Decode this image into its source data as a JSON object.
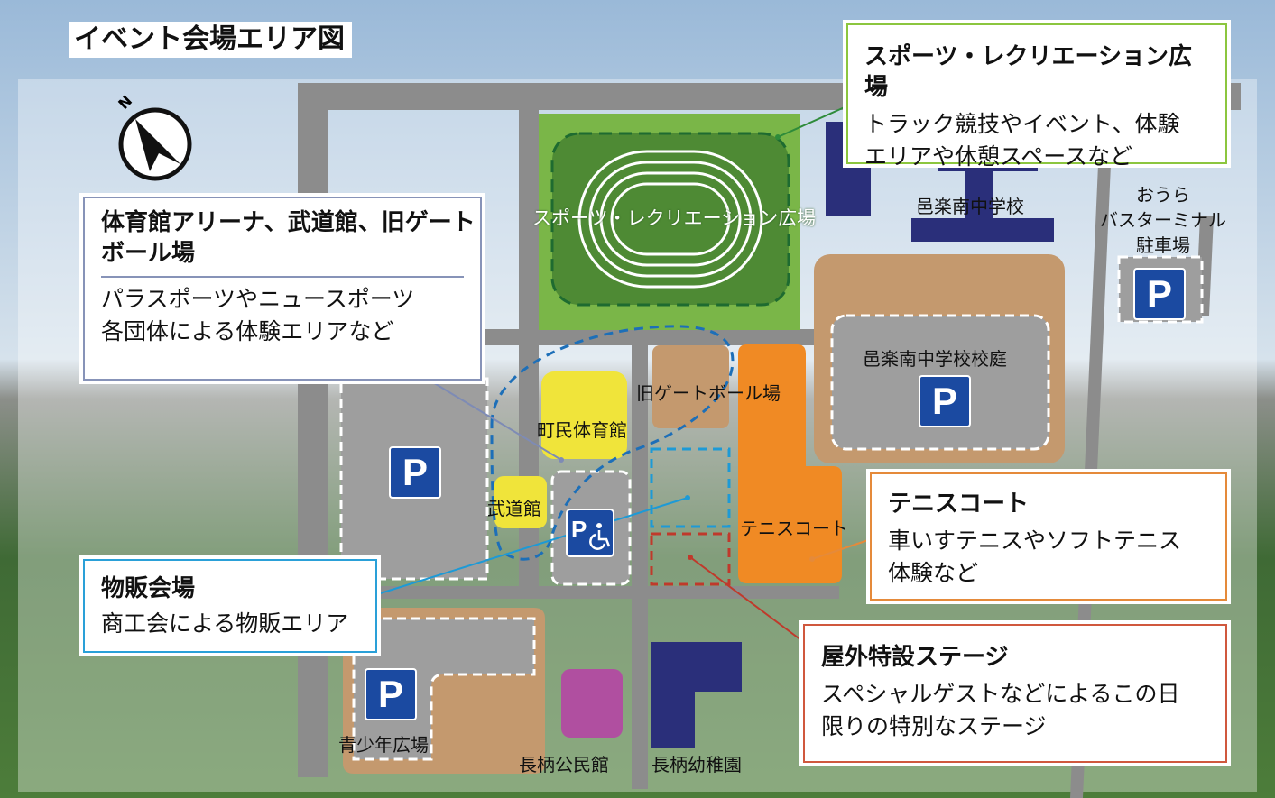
{
  "title": "イベント会場エリア図",
  "colors": {
    "sky": "#a9c4dc",
    "grass": "#4f7a3a",
    "road": "#8c8c8c",
    "lot": "#9e9e9e",
    "sports_field": "#7ab648",
    "track": "#4e8a34",
    "tan": "#c4996e",
    "yellow": "#f0e43a",
    "orange": "#f08a24",
    "navy": "#2a2f7a",
    "purple": "#b04fa0",
    "parking_blue": "#1b4aa1"
  },
  "icons": {
    "compass": "north-arrow-icon",
    "parking": "parking-icon",
    "accessible_parking": "wheelchair-parking-icon"
  },
  "compass": {
    "label": "N"
  },
  "map_labels": {
    "sports_field": "スポーツ・レクリエーション広場",
    "school": "邑楽南中学校",
    "bus_terminal": "おうら\nバスターミナル\n駐車場",
    "school_yard": "邑楽南中学校校庭",
    "old_gateball": "旧ゲートボール場",
    "gym": "町民体育館",
    "budokan": "武道館",
    "tennis": "テニスコート",
    "youth_plaza": "青少年広場",
    "community_hall": "長柄公民館",
    "kindergarten": "長柄幼稚園"
  },
  "parking_label": "P",
  "callouts": {
    "sports": {
      "title": "スポーツ・レクリエーション広場",
      "body": "トラック競技やイベント、体験\nエリアや休憩スペースなど",
      "color": "#8cc63f"
    },
    "gym": {
      "title": "体育館アリーナ、武道館、旧ゲート\nボール場",
      "body": "パラスポーツやニュースポーツ\n各団体による体験エリアなど",
      "color": "#8793b8"
    },
    "market": {
      "title": "物販会場",
      "body": "商工会による物販エリア",
      "color": "#2aa0d8"
    },
    "tennis": {
      "title": "テニスコート",
      "body": "車いすテニスやソフトテニス\n体験など",
      "color": "#e58a3a"
    },
    "stage": {
      "title": "屋外特設ステージ",
      "body": "スペシャルゲストなどによるこの日\n限りの特別なステージ",
      "color": "#d0583e"
    }
  }
}
